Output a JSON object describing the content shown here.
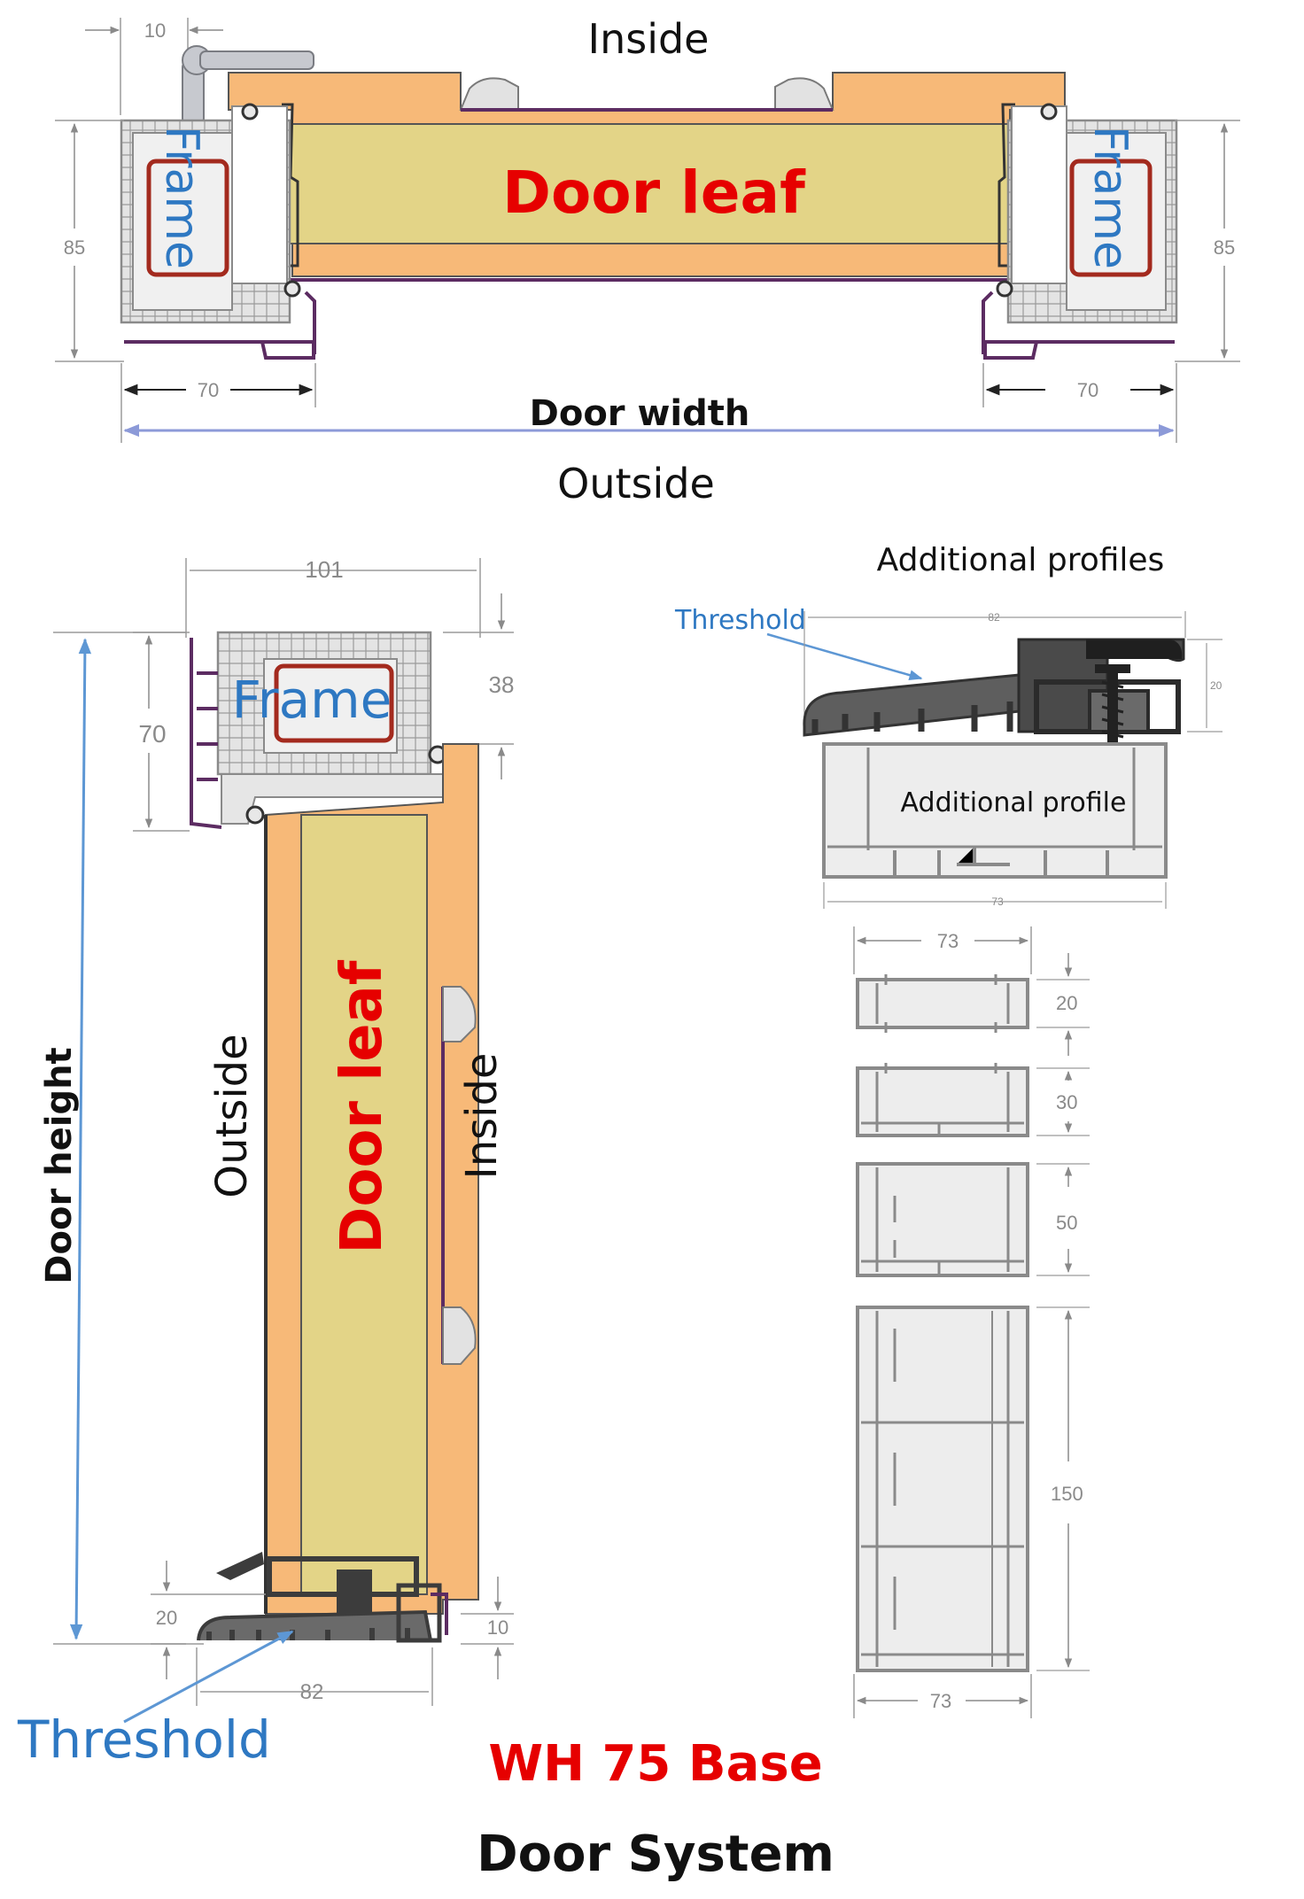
{
  "colors": {
    "wood_outer": "#F7B978",
    "wood_core": "#E3D487",
    "pvc": "#E2E2E2",
    "pvc_stroke": "#8A8A8A",
    "steel": "#A32A1E",
    "gasket": "#5C2C62",
    "red_text": "#E60000",
    "blue_text": "#2E78C2",
    "dim_line": "#9A9A9A",
    "door_width_arrow": "#8C9AD8",
    "door_height_arrow": "#5D97D4",
    "dark_profile": "#3C3C3C"
  },
  "top_section": {
    "inside_label": "Inside",
    "outside_label": "Outside",
    "door_leaf_label": "Door leaf",
    "frame_left_label": "Frame",
    "frame_right_label": "Frame",
    "door_width_label": "Door width",
    "dim_top_offset": "10",
    "dim_height_left": "85",
    "dim_height_right": "85",
    "dim_width_left": "70",
    "dim_width_right": "70"
  },
  "side_section": {
    "dim_depth": "101",
    "dim_frame_height": "70",
    "dim_overlap": "38",
    "frame_label": "Frame",
    "door_leaf_label": "Door leaf",
    "outside_label": "Outside",
    "inside_label": "Inside",
    "door_height_label": "Door height",
    "dim_threshold_height": "20",
    "dim_bottom_gap": "10",
    "dim_threshold_width": "82",
    "threshold_label": "Threshold"
  },
  "additional_profiles": {
    "title": "Additional profiles",
    "threshold_label": "Threshold",
    "threshold_width": "82",
    "threshold_height": "20",
    "additional_profile_label": "Additional profile",
    "additional_profile_width": "73",
    "profiles": [
      {
        "width": "73",
        "height": "20"
      },
      {
        "height": "30"
      },
      {
        "height": "50"
      },
      {
        "height": "150",
        "width": "73"
      }
    ]
  },
  "footer": {
    "product_name": "WH 75 Base",
    "subtitle": "Door System"
  },
  "icons": [
    "hinge-icon",
    "screw-icon",
    "arrow-icon"
  ]
}
